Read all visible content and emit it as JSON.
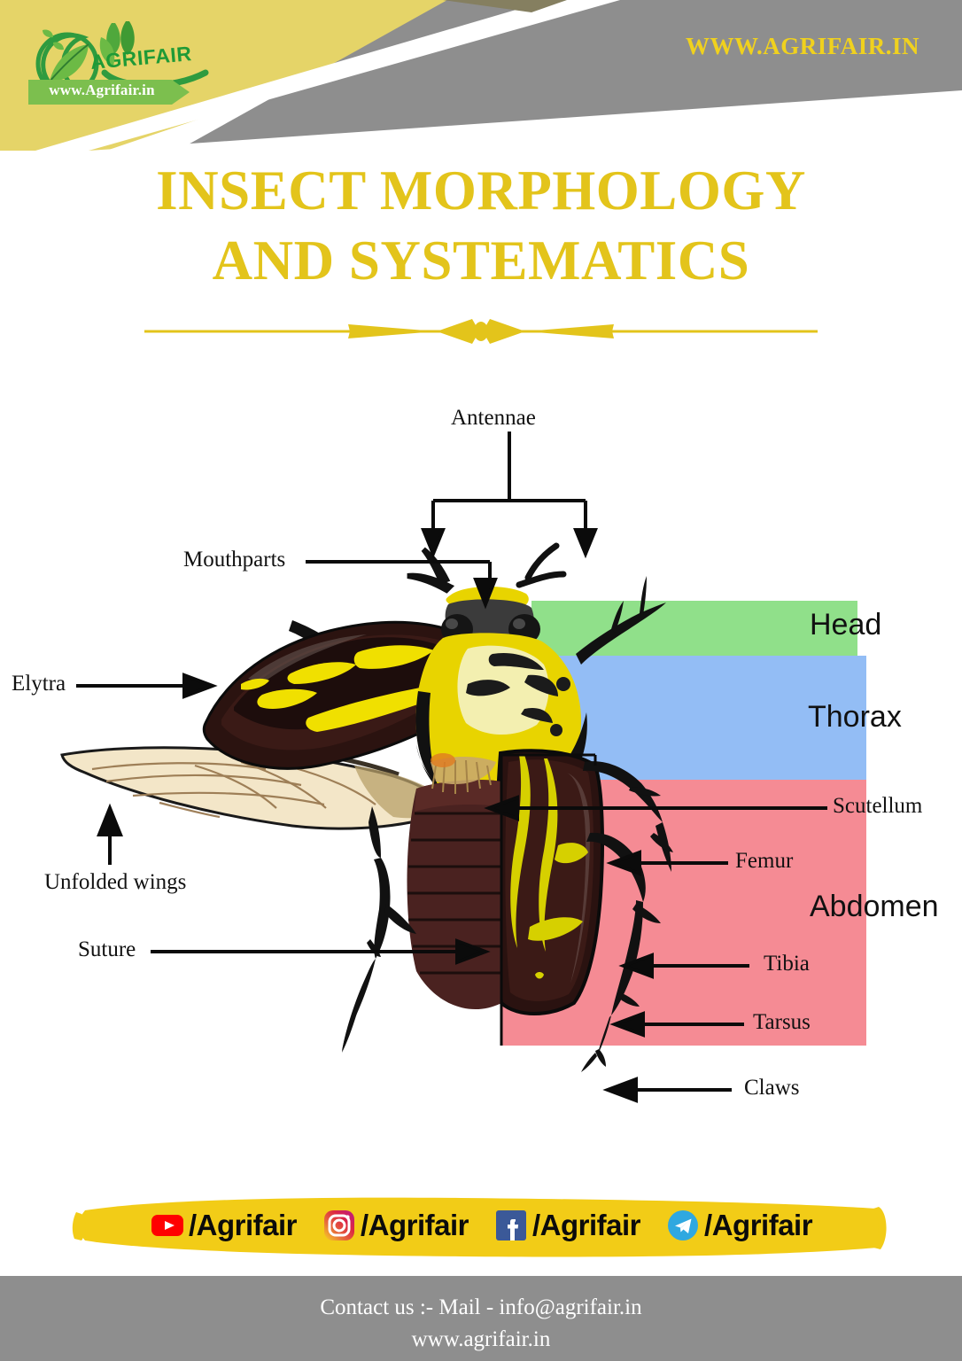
{
  "header": {
    "logo": {
      "brand": "AGRIFAIR",
      "banner_url": "www.Agrifair.in",
      "icon": "leaf-circle-logo"
    },
    "site_url": "WWW.AGRIFAIR.IN",
    "band_yellow": "#e5d468",
    "band_gray": "#8e8e8e"
  },
  "title": {
    "line1": "INSECT MORPHOLOGY",
    "line2": "AND SYSTEMATICS",
    "color": "#e3c41b"
  },
  "diagram": {
    "subject": "beetle-dorsal-view",
    "labels": {
      "antennae": "Antennae",
      "mouthparts": "Mouthparts",
      "elytra": "Elytra",
      "unfolded_wings": "Unfolded wings",
      "suture": "Suture",
      "scutellum": "Scutellum",
      "femur": "Femur",
      "tibia": "Tibia",
      "tarsus": "Tarsus",
      "claws": "Claws"
    },
    "regions": [
      {
        "name": "Head",
        "color": "#90e08a"
      },
      {
        "name": "Thorax",
        "color": "#93bdf5"
      },
      {
        "name": "Abdomen",
        "color": "#f58b94"
      }
    ]
  },
  "social": {
    "bar_color": "#f2cc17",
    "items": [
      {
        "icon": "youtube-icon",
        "handle": "/Agrifair",
        "color": "#ff0000"
      },
      {
        "icon": "instagram-icon",
        "handle": "/Agrifair",
        "color": "#e1306c"
      },
      {
        "icon": "facebook-icon",
        "handle": "/Agrifair",
        "color": "#1877f2"
      },
      {
        "icon": "telegram-icon",
        "handle": "/Agrifair",
        "color": "#2fa8e0"
      }
    ]
  },
  "footer": {
    "line1": "Contact us :-   Mail -  info@agrifair.in",
    "line2": "www.agrifair.in",
    "bg": "#8e8e8e"
  }
}
